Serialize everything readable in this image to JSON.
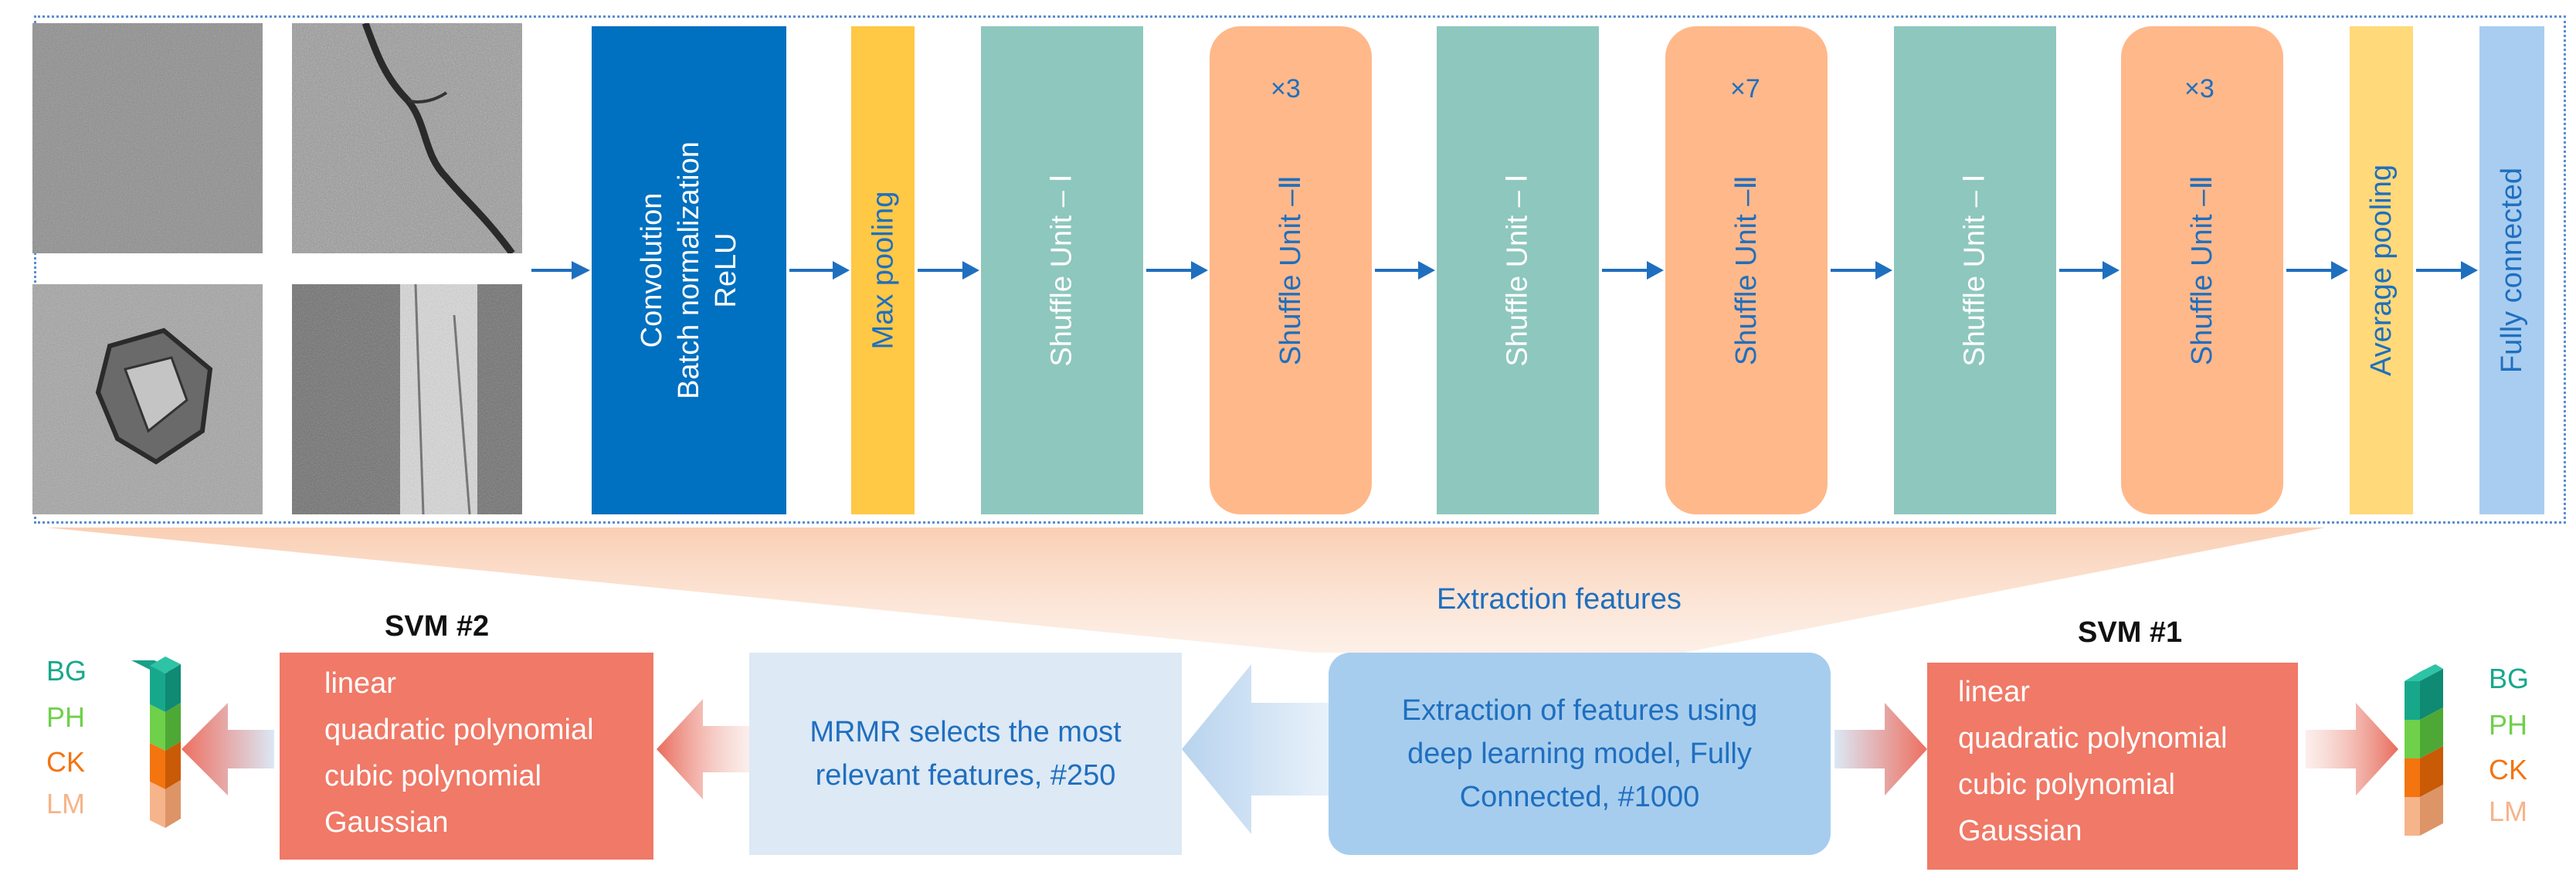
{
  "network": {
    "conv_block": [
      "Convolution",
      "Batch normalization",
      "ReLU"
    ],
    "max_pool": "Max pooling",
    "shuffle_1a": "Shuffle Unit – Ⅰ",
    "shuffle_2a": "Shuffle Unit –Ⅱ",
    "shuffle_2a_mult": "×3",
    "shuffle_1b": "Shuffle Unit – Ⅰ",
    "shuffle_2b": "Shuffle Unit –Ⅱ",
    "shuffle_2b_mult": "×7",
    "shuffle_1c": "Shuffle Unit – Ⅰ",
    "shuffle_2c": "Shuffle Unit –Ⅱ",
    "shuffle_2c_mult": "×3",
    "avg_pool": "Average pooling",
    "fc": "Fully connected"
  },
  "pipeline": {
    "extraction_label": "Extraction features",
    "extraction_box": [
      "Extraction of features using",
      "deep learning model, Fully",
      "Connected, #1000"
    ],
    "mrmr_box": [
      "MRMR selects the most",
      "relevant features, #250"
    ],
    "svm2_title": "SVM #2",
    "svm1_title": "SVM #1",
    "svm2_kernels": [
      "linear",
      "quadratic polynomial",
      "cubic polynomial",
      "Gaussian"
    ],
    "svm1_kernels": [
      "linear",
      "quadratic polynomial",
      "cubic polynomial",
      "Gaussian"
    ],
    "classes": [
      "BG",
      "PH",
      "CK",
      "LM"
    ]
  },
  "colors": {
    "conv": "#0070c0",
    "pool": "#ffc845",
    "shuffle1": "#8ec7be",
    "shuffle2": "#ffb88a",
    "avgpool": "#ffd97a",
    "fc": "#a9cdf0",
    "svm": "#f07967",
    "mrmr": "#dde9f5",
    "extract": "#a7cdee",
    "bg": "#17a88c",
    "ph": "#6fd04a",
    "ck": "#f4740f",
    "lm": "#f6b48a"
  }
}
